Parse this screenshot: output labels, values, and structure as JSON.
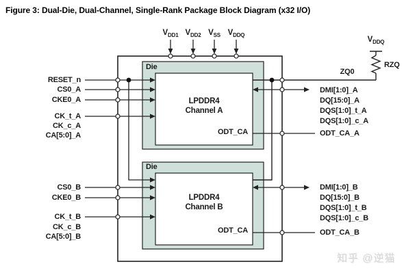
{
  "figure": {
    "title": "Figure 3: Dual-Die, Dual-Channel, Single-Rank Package Block Diagram (x32 I/O)"
  },
  "power": {
    "pins": [
      {
        "base": "V",
        "sub": "DD1"
      },
      {
        "base": "V",
        "sub": "DD2"
      },
      {
        "base": "V",
        "sub": "SS"
      },
      {
        "base": "V",
        "sub": "DDQ"
      }
    ],
    "zq_supply": {
      "base": "V",
      "sub": "DDQ"
    },
    "resistor_label": "RZQ",
    "zq_pin_label": "ZQ0"
  },
  "dies": {
    "a": {
      "label": "Die",
      "chip": [
        "LPDDR4",
        "Channel A"
      ],
      "odt": "ODT_CA"
    },
    "b": {
      "label": "Die",
      "chip": [
        "LPDDR4",
        "Channel B"
      ],
      "odt": "ODT_CA"
    }
  },
  "signals": {
    "left_a": [
      "RESET_n",
      "CS0_A",
      "CKE0_A",
      "CK_t_A",
      "CK_c_A",
      "CA[5:0]_A"
    ],
    "left_b": [
      "CS0_B",
      "CKE0_B",
      "CK_t_B",
      "CK_c_B",
      "CA[5:0]_B"
    ],
    "right_a": [
      "DMI[1:0]_A",
      "DQ[15:0]_A",
      "DQS[1:0]_t_A",
      "DQS[1:0]_c_A",
      "ODT_CA_A"
    ],
    "right_b": [
      "DMI[1:0]_B",
      "DQ[15:0]_B",
      "DQS[1:0]_t_B",
      "DQS[1:0]_c_B",
      "ODT_CA_B"
    ]
  },
  "watermark": "知乎 @逆猫",
  "colors": {
    "die_fill": "#cee0d9",
    "line": "#222222",
    "watermark": "#d7d7d7"
  }
}
